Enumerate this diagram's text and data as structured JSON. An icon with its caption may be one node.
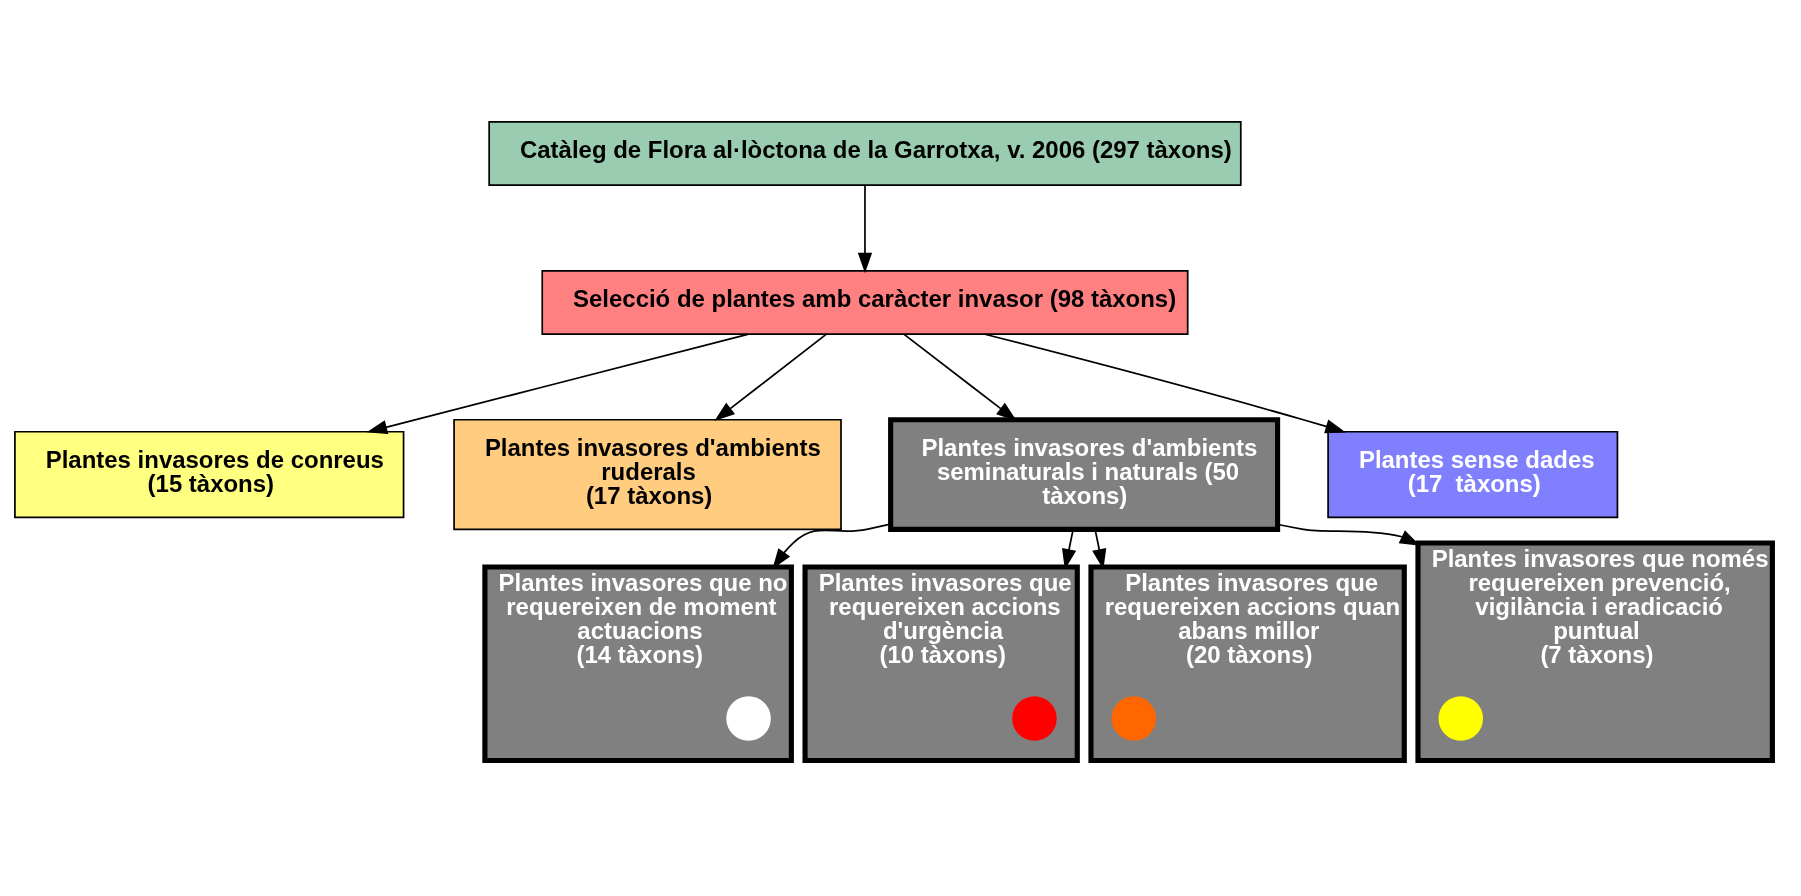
{
  "diagram": {
    "nodes": [
      {
        "text": [
          "Catàleg de Flora al·lòctona de la Garrotxa, v. 2006 (297 tàxons)"
        ]
      },
      {
        "text": [
          "Selecció de plantes amb caràcter invasor (98 tàxons)"
        ]
      },
      {
        "text": [
          "Plantes invasores de conreus",
          "(15 tàxons)"
        ]
      },
      {
        "text": [
          "Plantes invasores d'ambients ruderals",
          "(17 tàxons)"
        ]
      },
      {
        "text": [
          "Plantes invasores d'ambients seminaturals i naturals (50 tàxons)"
        ]
      },
      {
        "text": [
          "Plantes sense dades",
          "(17  tàxons)"
        ]
      },
      {
        "text": [
          "Plantes invasores que no requereixen de moment actuacions",
          "(14 tàxons)"
        ]
      },
      {
        "text": [],
        "shape": "circle",
        "in": 6
      },
      {
        "text": [
          "Plantes invasores que requereixen accions d'urgència",
          "(10 tàxons)"
        ]
      },
      {
        "text": [],
        "shape": "circle",
        "in": 8
      },
      {
        "text": [
          "Plantes invasores que requereixen accions quan abans millor",
          "(20 tàxons)"
        ]
      },
      {
        "text": [],
        "shape": "circle",
        "in": 10
      },
      {
        "text": [
          "Plantes invasores que només requereixen prevenció, vigilància i eradicació puntual",
          "(7 tàxons)"
        ]
      },
      {
        "text": [],
        "shape": "circle",
        "in": 12
      }
    ],
    "edges": [
      {
        "from": 0,
        "to": 1,
        "arrow": "to"
      },
      {
        "from": 1,
        "to": 2,
        "arrow": "to"
      },
      {
        "from": 1,
        "to": 3,
        "arrow": "to"
      },
      {
        "from": 1,
        "to": 4,
        "arrow": "to"
      },
      {
        "from": 1,
        "to": 5,
        "arrow": "to"
      },
      {
        "from": 4,
        "to": 6,
        "arrow": "to"
      },
      {
        "from": 4,
        "to": 8,
        "arrow": "to"
      },
      {
        "from": 4,
        "to": 10,
        "arrow": "to"
      },
      {
        "from": 4,
        "to": 12,
        "arrow": "to"
      }
    ]
  }
}
